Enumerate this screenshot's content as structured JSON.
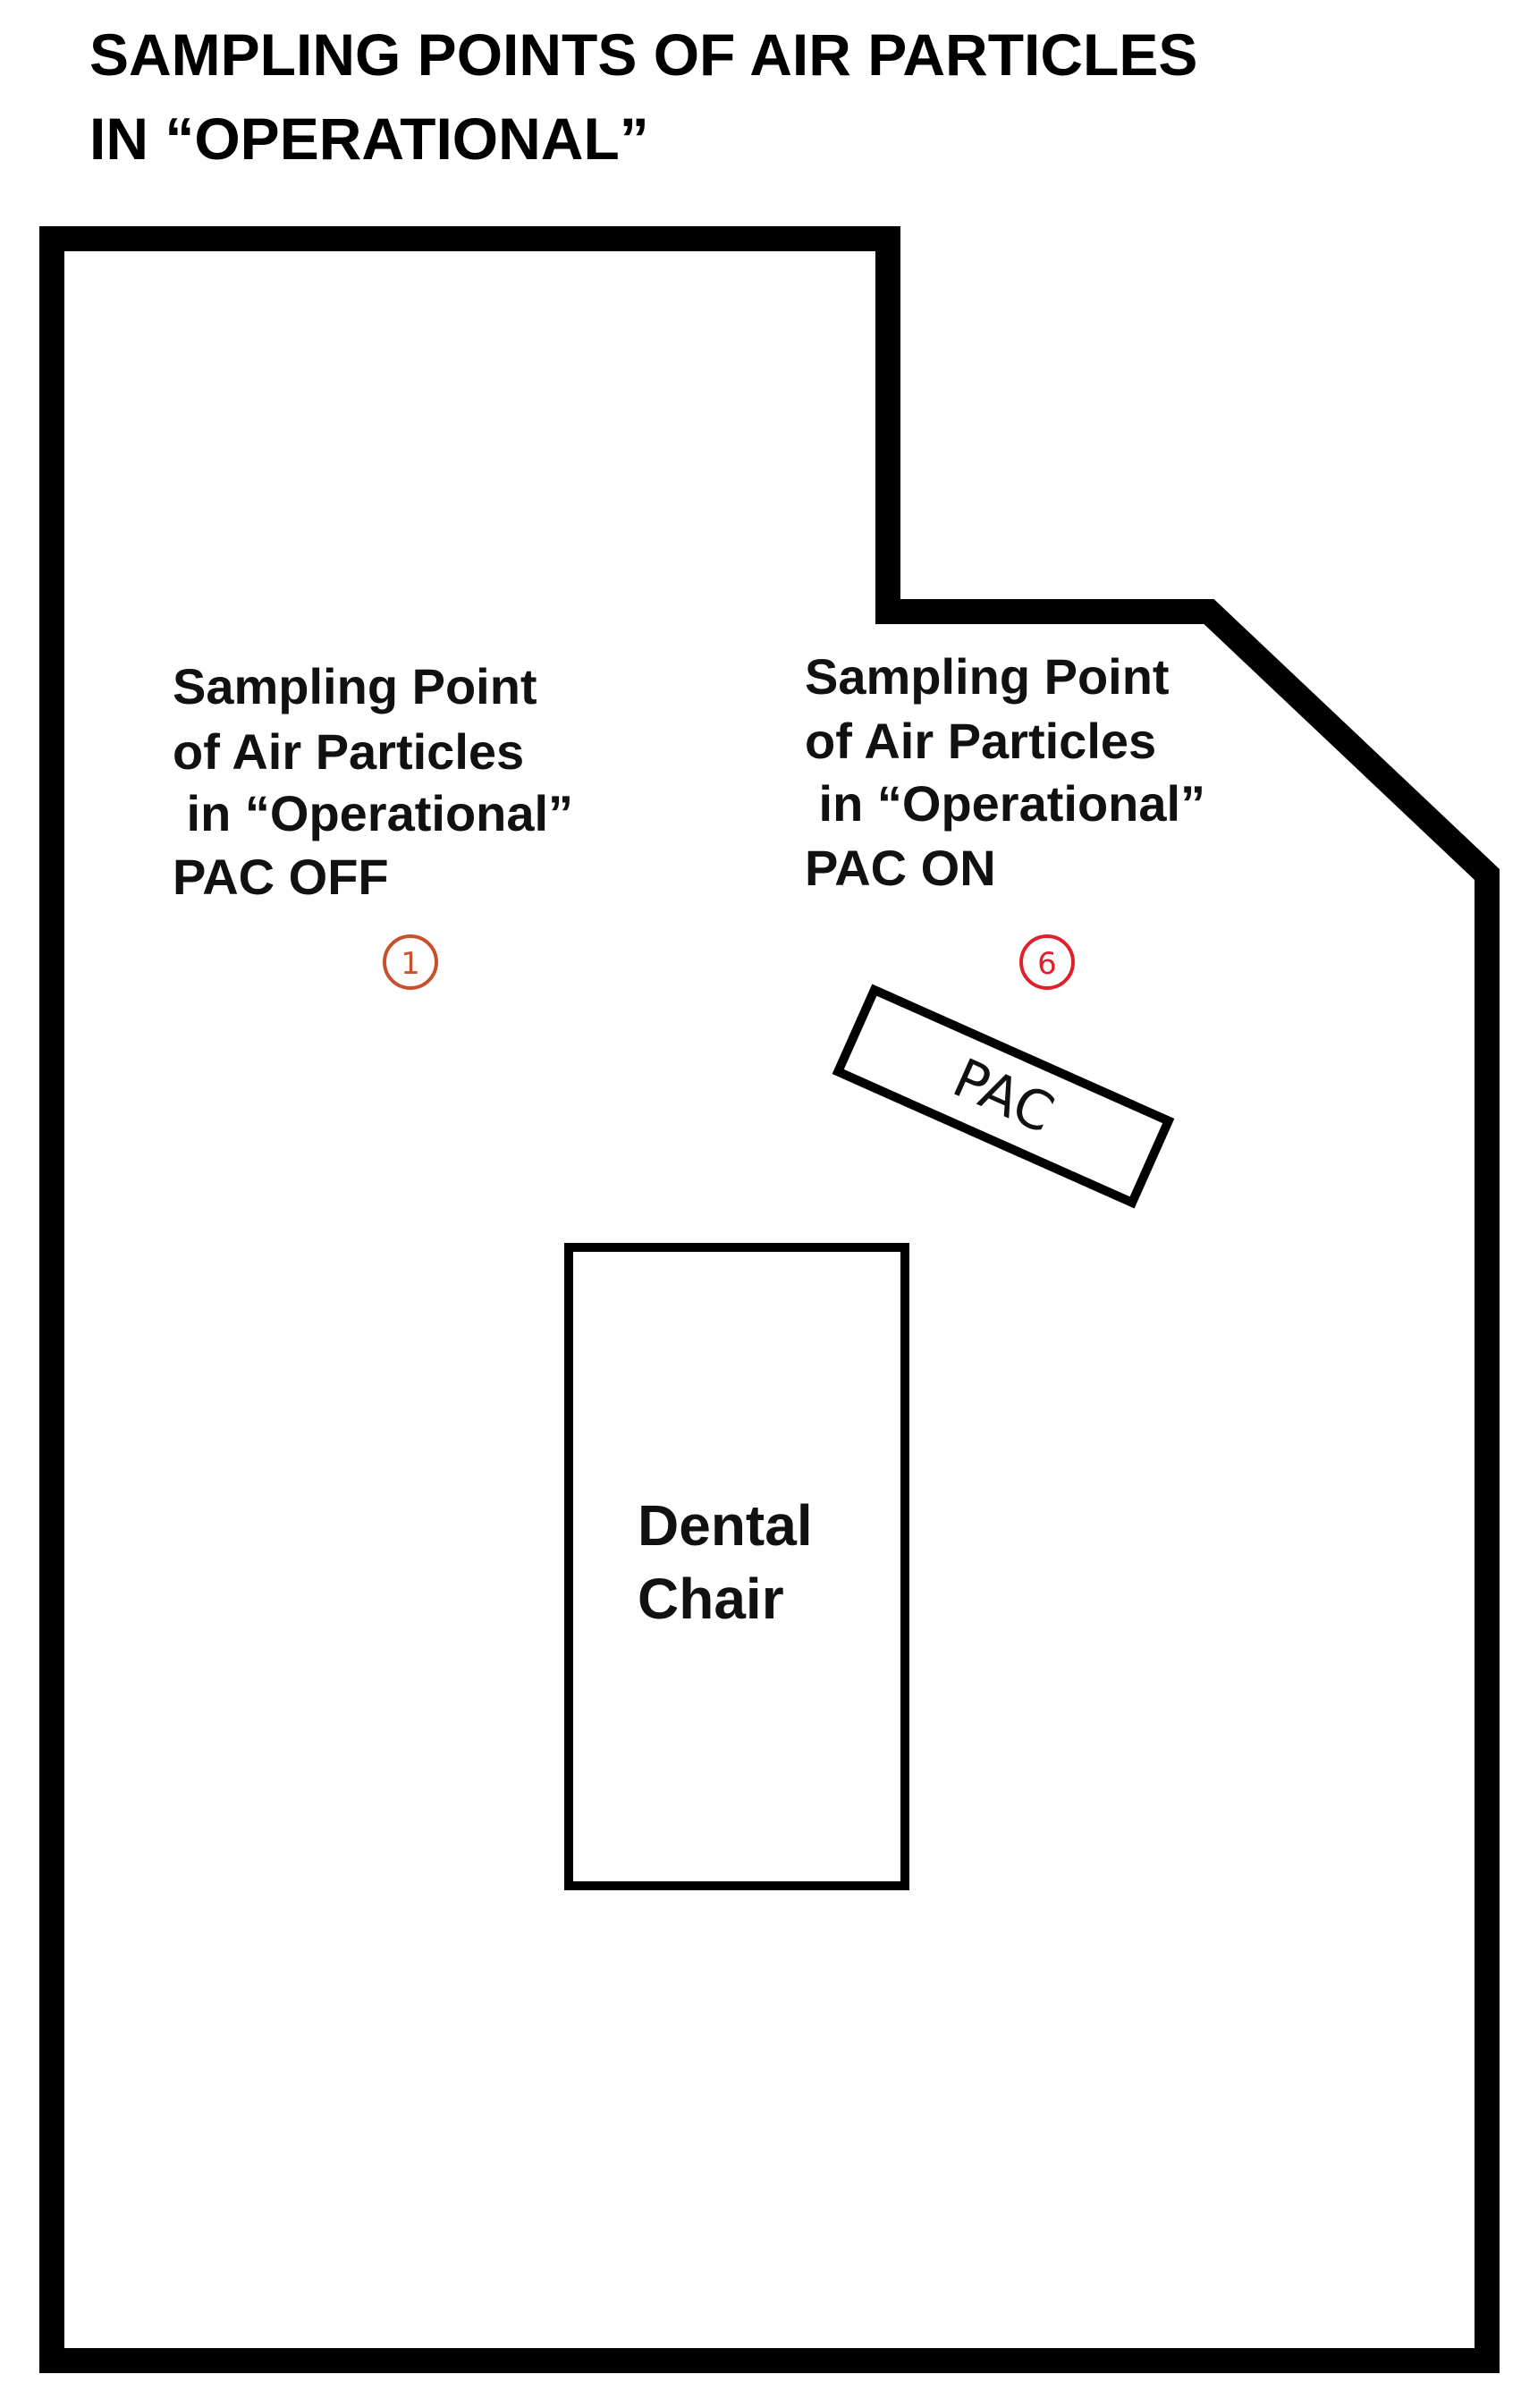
{
  "title": {
    "line1": "SAMPLING POINTS OF AIR PARTICLES",
    "line2": "IN “OPERATIONAL”"
  },
  "sampling_points": [
    {
      "lines": [
        "Sampling Point",
        "of Air Particles",
        " in “Operational”",
        "PAC OFF"
      ],
      "marker": "1",
      "color": "#c8502a"
    },
    {
      "lines": [
        "Sampling Point",
        "of Air Particles",
        " in “Operational”",
        "PAC ON"
      ],
      "marker": "6",
      "color": "#e0202a"
    }
  ],
  "pac_label": "PAC",
  "chair": {
    "line1": "Dental",
    "line2": "Chair"
  },
  "colors": {
    "outline": "#000000",
    "background": "#ffffff"
  }
}
